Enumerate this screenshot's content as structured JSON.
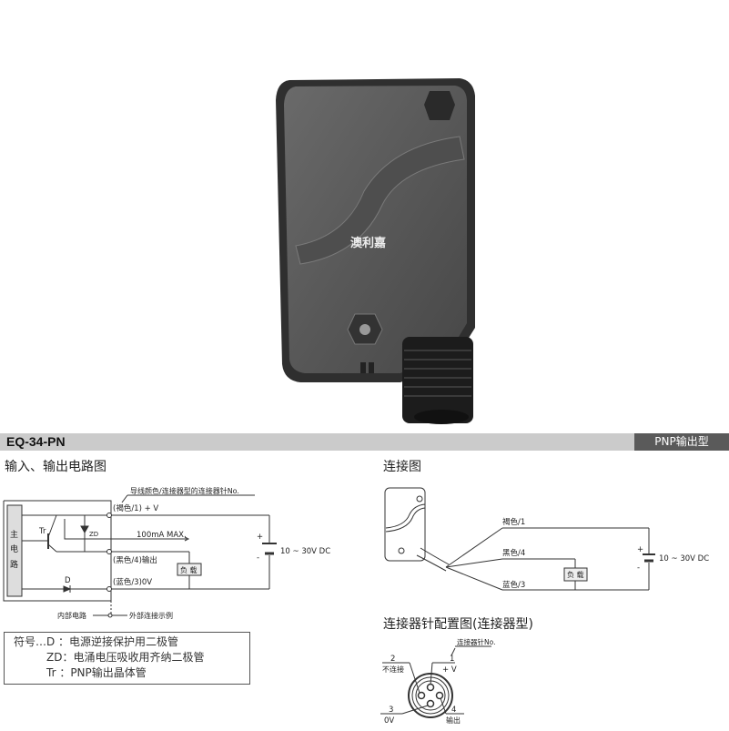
{
  "photo": {
    "watermark": "澳利嘉"
  },
  "header": {
    "model": "EQ-34-PN",
    "type": "PNP输出型"
  },
  "circuit": {
    "title": "输入、输出电路图",
    "note": "导线颜色/连接器型的连接器针No.",
    "main_circuit": [
      "主",
      "电",
      "路"
    ],
    "terminal_pos": "(褐色/1) + V",
    "terminal_out": "(黑色/4)输出",
    "terminal_0v": "(蓝色/3)0V",
    "tr": "Tr",
    "zd": "ZD",
    "d": "D",
    "current": "100mA  MAX.",
    "load": "负 载",
    "supply": "10 ~ 30V DC",
    "plus": "+",
    "minus": "-",
    "internal": "内部电路",
    "external": "外部连接示例"
  },
  "legend": {
    "line1": "符号…D ：电源逆接保护用二极管",
    "line2": "ZD：电涌电压吸收用齐纳二极管",
    "line3": "Tr ：PNP输出晶体管"
  },
  "connection": {
    "title": "连接图",
    "wire1": "褐色/1",
    "wire4": "黑色/4",
    "wire3": "蓝色/3",
    "load": "负 载",
    "supply": "10 ~ 30V DC",
    "plus": "+",
    "minus": "-"
  },
  "pinout": {
    "title": "连接器针配置图(连接器型)",
    "note": "连接器针No.",
    "pin1_num": "1",
    "pin1_label": "+ V",
    "pin2_num": "2",
    "pin2_label": "不连接",
    "pin3_num": "3",
    "pin3_label": "0V",
    "pin4_num": "4",
    "pin4_label": "输出"
  }
}
